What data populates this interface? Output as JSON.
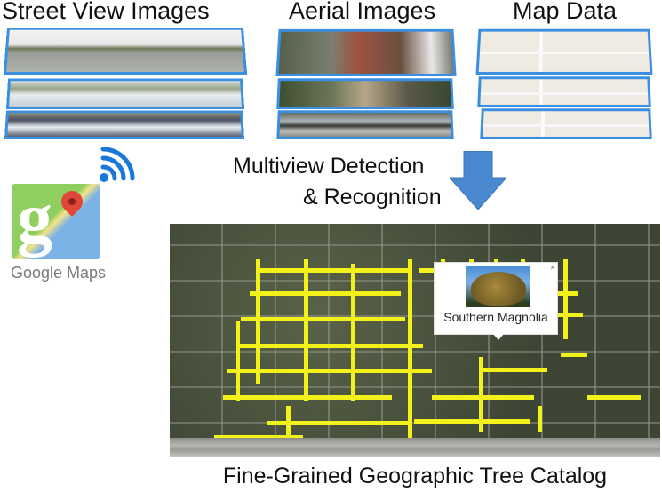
{
  "sources": [
    {
      "title": "Street View Images",
      "type": "street-view"
    },
    {
      "title": "Aerial Images",
      "type": "aerial"
    },
    {
      "title": "Map Data",
      "type": "map"
    }
  ],
  "logo": {
    "name": "Google Maps",
    "text": "Google Maps"
  },
  "process": {
    "line1": "Multiview Detection",
    "line2": "& Recognition"
  },
  "result": {
    "popup": {
      "label": "Southern Magnolia",
      "close": "×"
    },
    "caption": "Fine-Grained Geographic Tree Catalog"
  },
  "colors": {
    "frame": "#3b8fe0",
    "arrow": "#4a88d0",
    "tree_marker": "#f2f21a"
  }
}
